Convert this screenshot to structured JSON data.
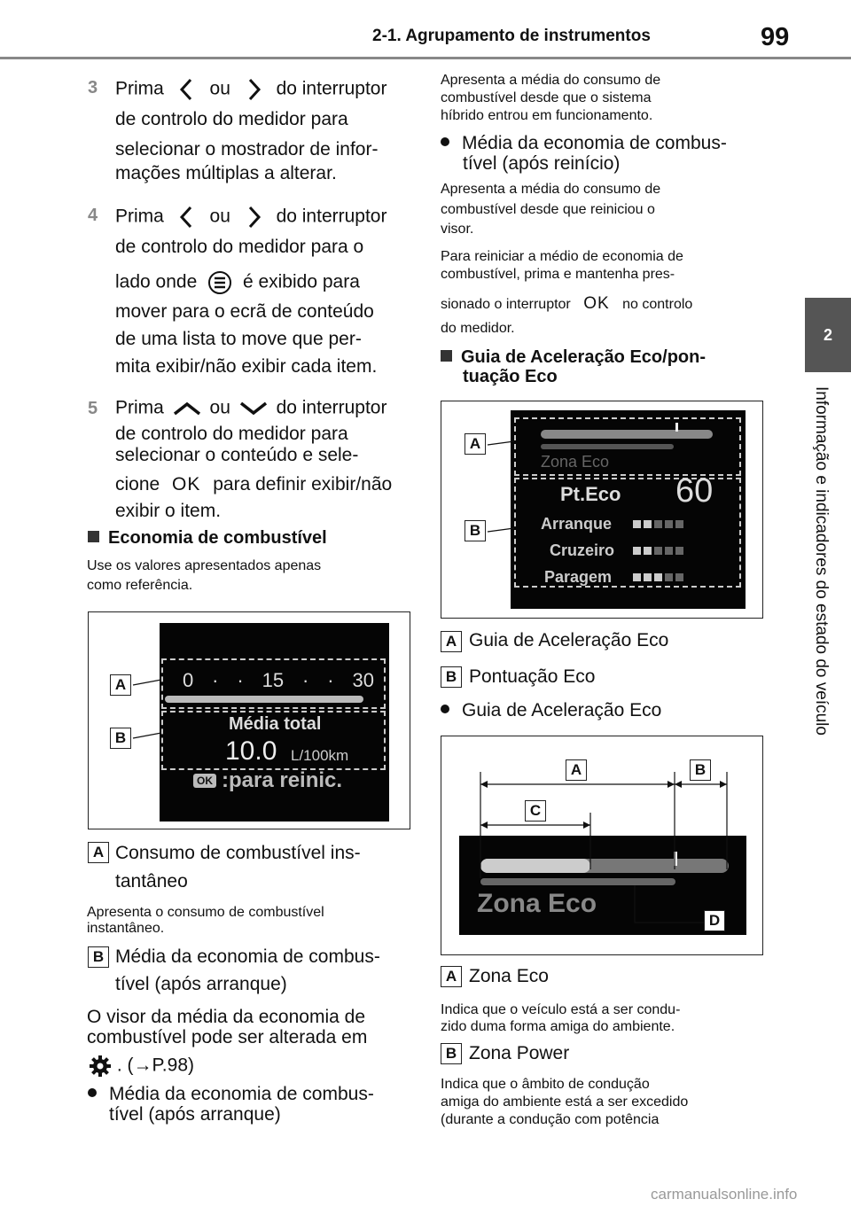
{
  "header": {
    "title": "2-1. Agrupamento de instrumentos",
    "page": "99"
  },
  "side_tab": {
    "number": "2",
    "text": "Informação e indicadores do estado do veículo"
  },
  "steps": {
    "s3": {
      "num": "3",
      "l1a": "Prima",
      "l1b": "ou",
      "l1c": "do interruptor",
      "l2": "de controlo do medidor para",
      "l3": "selecionar o mostrador de infor-",
      "l4": "mações múltiplas a alterar."
    },
    "s4": {
      "num": "4",
      "l1a": "Prima",
      "l1b": "ou",
      "l1c": "do interruptor",
      "l2": "de controlo do medidor para o",
      "l3a": "lado onde",
      "l3b": "é exibido para",
      "l4": "mover para o ecrã de conteúdo",
      "l5": "de uma lista to move que per-",
      "l6": "mita exibir/não exibir cada item."
    },
    "s5": {
      "num": "5",
      "l1a": "Prima",
      "l1b": "ou",
      "l1c": "do interruptor",
      "l2": "de controlo do medidor para",
      "l3": "selecionar o conteúdo e sele-",
      "l4a": "cione",
      "l4ok": "OK",
      "l4b": "para definir exibir/não",
      "l5": "exibir o item."
    }
  },
  "fuel": {
    "heading": "Economia de combustível",
    "note1": "Use os valores apresentados apenas",
    "note2": "como referência.",
    "screen": {
      "scale": [
        "0",
        "·",
        "·",
        "15",
        "·",
        "·",
        "30"
      ],
      "media": "Média total",
      "value": "10.0",
      "unit": "L/100km",
      "ok": "OK",
      "reset": ":para reinic."
    },
    "A": "Consumo de combustível ins-",
    "A2": "tantâneo",
    "A_desc1": "Apresenta o consumo de combustível",
    "A_desc2": "instantâneo.",
    "B": "Média da economia de combus-",
    "B2": "tível (após arranque)",
    "p1": "O visor da média da economia de",
    "p2": "combustível pode ser alterada em",
    "p3": ". (→P.98)",
    "bullet1a": "Média da economia de combus-",
    "bullet1b": "tível (após arranque)"
  },
  "right": {
    "d1": "Apresenta a média do consumo de",
    "d2": "combustível desde que o sistema",
    "d3": "híbrido entrou em funcionamento.",
    "bullet2a": "Média da economia de combus-",
    "bullet2b": "tível (após reinício)",
    "e1": "Apresenta a média do consumo de",
    "e2": "combustível desde que reiniciou o",
    "e3": "visor.",
    "f1": "Para reiniciar a médio de economia de",
    "f2": "combustível, prima e mantenha pres-",
    "f3a": "sionado o interruptor",
    "f3ok": "OK",
    "f3b": "no controlo",
    "f4": "do medidor.",
    "heading2a": "Guia de Aceleração Eco/pon-",
    "heading2b": "tuação Eco",
    "eco_screen": {
      "zona": "Zona Eco",
      "pt": "Pt.Eco",
      "score": "60",
      "rows": [
        "Arranque",
        "Cruzeiro",
        "Paragem"
      ]
    },
    "A": "Guia de Aceleração Eco",
    "B": "Pontuação Eco",
    "bullet3": "Guia de Aceleração Eco",
    "zona_screen": "Zona Eco",
    "A2": "Zona Eco",
    "g1": "Indica que o veículo está a ser condu-",
    "g2": "zido duma forma amiga do ambiente.",
    "B2": "Zona Power",
    "h1": "Indica que o âmbito de condução",
    "h2": "amiga do ambiente está a ser excedido",
    "h3": "(durante a condução com potência"
  },
  "labels": {
    "A": "A",
    "B": "B",
    "C": "C",
    "D": "D"
  },
  "watermark": "carmanualsonline.info"
}
